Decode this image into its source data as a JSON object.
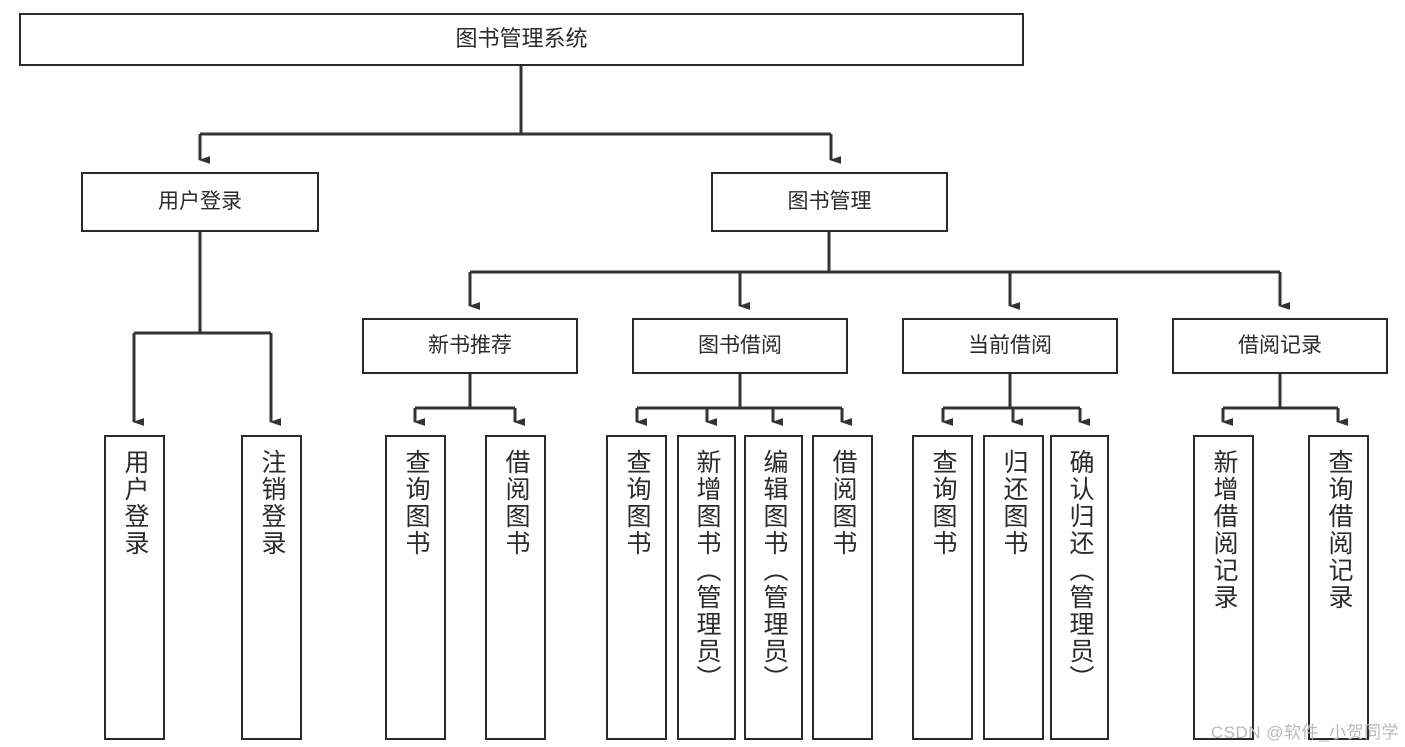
{
  "diagram": {
    "title": "图书管理系统",
    "type": "tree",
    "watermark": "CSDN @软件_小贺同学",
    "colors": {
      "box_border": "#2b2b2b",
      "box_fill": "#ffffff",
      "connector": "#333333",
      "text": "#2b2b2b",
      "watermark": "#b9b9b9",
      "background": "#ffffff"
    },
    "levels": [
      {
        "level": 1,
        "nodes": [
          {
            "id": "root",
            "label": "图书管理系统",
            "orientation": "horizontal"
          }
        ]
      },
      {
        "level": 2,
        "nodes": [
          {
            "id": "login",
            "label": "用户登录",
            "orientation": "horizontal",
            "parent": "root"
          },
          {
            "id": "bookmgmt",
            "label": "图书管理",
            "orientation": "horizontal",
            "parent": "root"
          }
        ]
      },
      {
        "level": 3,
        "nodes": [
          {
            "id": "newbook",
            "label": "新书推荐",
            "orientation": "horizontal",
            "parent": "bookmgmt"
          },
          {
            "id": "borrow",
            "label": "图书借阅",
            "orientation": "horizontal",
            "parent": "bookmgmt"
          },
          {
            "id": "current",
            "label": "当前借阅",
            "orientation": "horizontal",
            "parent": "bookmgmt"
          },
          {
            "id": "records",
            "label": "借阅记录",
            "orientation": "horizontal",
            "parent": "bookmgmt"
          }
        ]
      },
      {
        "level": 4,
        "nodes": [
          {
            "id": "leaf1",
            "label": "用户登录",
            "orientation": "vertical",
            "parent": "login"
          },
          {
            "id": "leaf2",
            "label": "注销登录",
            "orientation": "vertical",
            "parent": "login"
          },
          {
            "id": "leaf3",
            "label": "查询图书",
            "orientation": "vertical",
            "parent": "newbook"
          },
          {
            "id": "leaf4",
            "label": "借阅图书",
            "orientation": "vertical",
            "parent": "newbook"
          },
          {
            "id": "leaf5",
            "label": "查询图书",
            "orientation": "vertical",
            "parent": "borrow"
          },
          {
            "id": "leaf6",
            "label": "新增图书（管理员）",
            "orientation": "vertical",
            "parent": "borrow"
          },
          {
            "id": "leaf7",
            "label": "编辑图书（管理员）",
            "orientation": "vertical",
            "parent": "borrow"
          },
          {
            "id": "leaf8",
            "label": "借阅图书",
            "orientation": "vertical",
            "parent": "borrow"
          },
          {
            "id": "leaf9",
            "label": "查询图书",
            "orientation": "vertical",
            "parent": "current"
          },
          {
            "id": "leaf10",
            "label": "归还图书",
            "orientation": "vertical",
            "parent": "current"
          },
          {
            "id": "leaf11",
            "label": "确认归还（管理员）",
            "orientation": "vertical",
            "parent": "current"
          },
          {
            "id": "leaf12",
            "label": "新增借阅记录",
            "orientation": "vertical",
            "parent": "records"
          },
          {
            "id": "leaf13",
            "label": "查询借阅记录",
            "orientation": "vertical",
            "parent": "records"
          }
        ]
      }
    ],
    "edges": [
      {
        "from": "root",
        "to": "login"
      },
      {
        "from": "root",
        "to": "bookmgmt"
      },
      {
        "from": "login",
        "to": "leaf1"
      },
      {
        "from": "login",
        "to": "leaf2"
      },
      {
        "from": "bookmgmt",
        "to": "newbook"
      },
      {
        "from": "bookmgmt",
        "to": "borrow"
      },
      {
        "from": "bookmgmt",
        "to": "current"
      },
      {
        "from": "bookmgmt",
        "to": "records"
      },
      {
        "from": "newbook",
        "to": "leaf3"
      },
      {
        "from": "newbook",
        "to": "leaf4"
      },
      {
        "from": "borrow",
        "to": "leaf5"
      },
      {
        "from": "borrow",
        "to": "leaf6"
      },
      {
        "from": "borrow",
        "to": "leaf7"
      },
      {
        "from": "borrow",
        "to": "leaf8"
      },
      {
        "from": "current",
        "to": "leaf9"
      },
      {
        "from": "current",
        "to": "leaf10"
      },
      {
        "from": "current",
        "to": "leaf11"
      },
      {
        "from": "records",
        "to": "leaf12"
      },
      {
        "from": "records",
        "to": "leaf13"
      }
    ]
  }
}
